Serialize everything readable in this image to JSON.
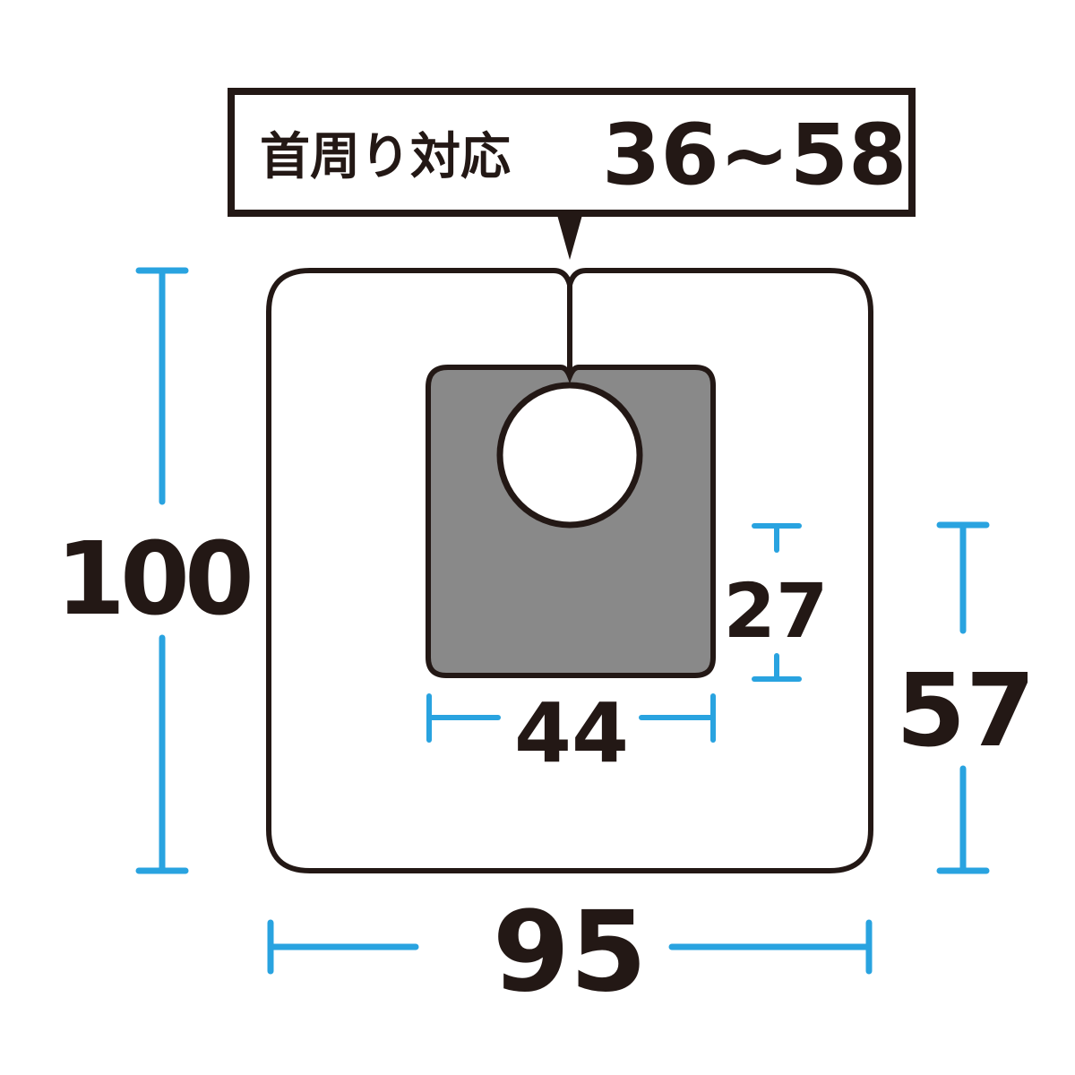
{
  "callout": {
    "label": "首周り対応",
    "range": "36~58"
  },
  "dimensions": {
    "overall_height": "100",
    "overall_width": "95",
    "right_height": "57",
    "pocket_width": "44",
    "pocket_height": "27"
  },
  "colors": {
    "outline": "#231815",
    "dimension_line": "#29a3e0",
    "pocket_fill": "#898989",
    "background": "#ffffff"
  }
}
